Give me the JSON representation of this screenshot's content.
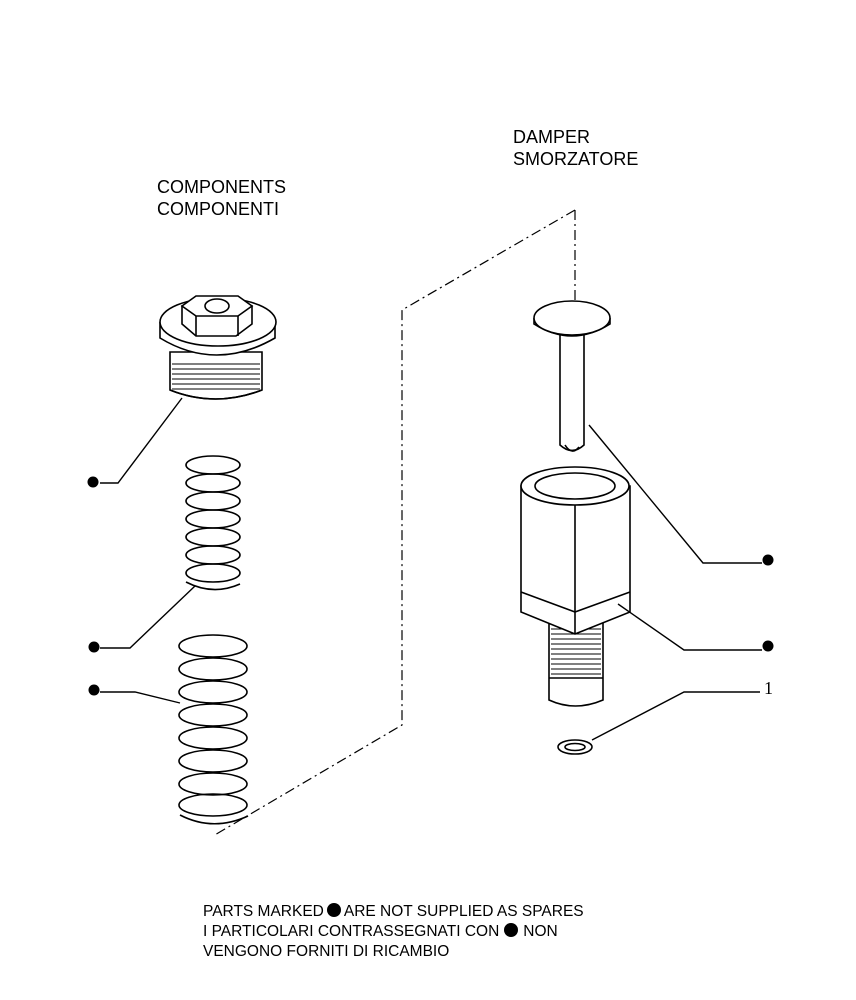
{
  "components_title": {
    "en": "COMPONENTS",
    "it": "COMPONENTI"
  },
  "damper_title": {
    "en": "DAMPER",
    "it": "SMORZATORE"
  },
  "reference_number": "1",
  "note": {
    "line1_before": "PARTS MARKED",
    "line1_after": "ARE NOT SUPPLIED AS SPARES",
    "line2_before": "I PARTICOLARI CONTRASSEGNATI CON",
    "line2_after": "NON",
    "line3": "VENGONO FORNITI DI RICAMBIO"
  },
  "icons": {
    "not_supplied_marker": "filled-circle-icon"
  }
}
